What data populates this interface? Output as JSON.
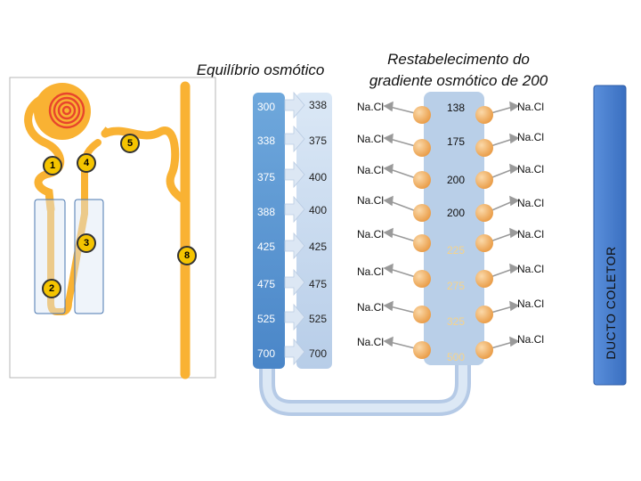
{
  "titles": {
    "left": "Equilíbrio osmótico",
    "right_line1": "Restabelecimento do",
    "right_line2": "gradiente osmótico de 200"
  },
  "duct_label": "DUCTO COLETOR",
  "nephron_markers": [
    "1",
    "2",
    "3",
    "4",
    "5",
    "8"
  ],
  "left_column": [
    "300",
    "338",
    "375",
    "388",
    "425",
    "475",
    "525",
    "700"
  ],
  "right_column": [
    "338",
    "375",
    "400",
    "400",
    "425",
    "475",
    "525",
    "700"
  ],
  "salt_label": "Na.Cl",
  "middle_values": [
    "138",
    "175",
    "200",
    "200",
    "225",
    "275",
    "325",
    "500"
  ],
  "colors": {
    "tubule_orange": "#f9b233",
    "glomerulus_red": "#e8452c",
    "marker_yellow": "#f5c400",
    "descending_blue": "#5b9bd5",
    "ascending_blue": "#c9ddf1",
    "middle_column": "#b9cfe8",
    "duct_blue": "#4a7fcf",
    "ion_ball": "#f2b063"
  }
}
